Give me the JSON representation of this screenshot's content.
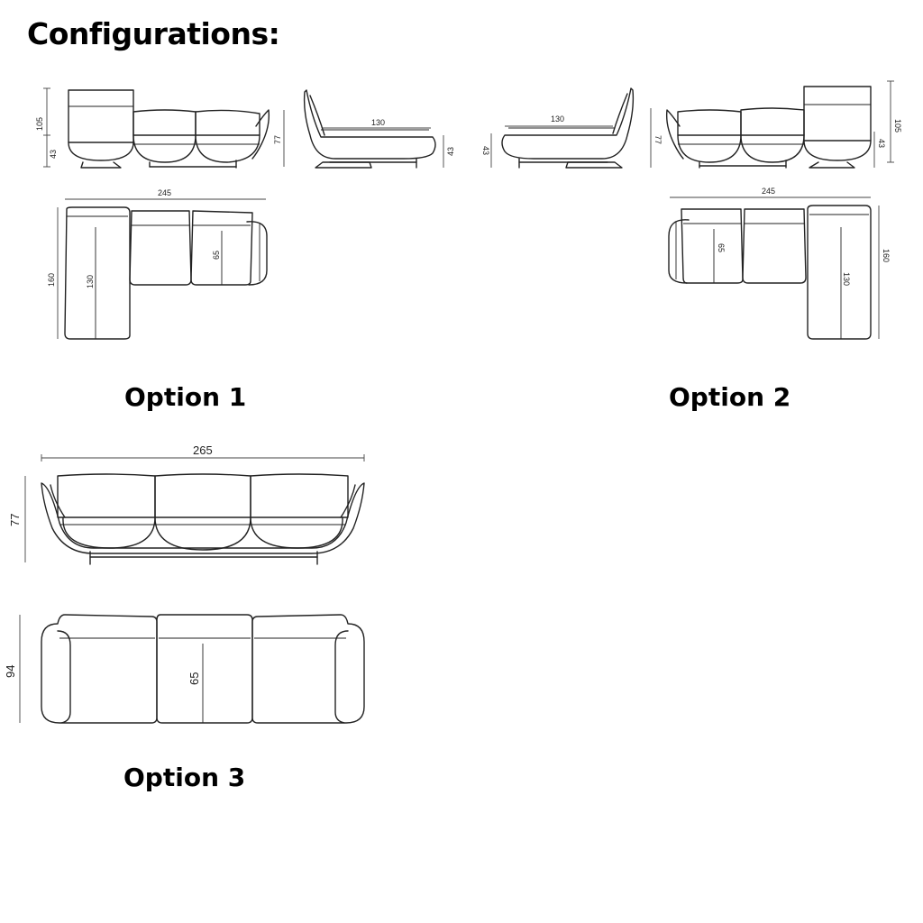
{
  "heading": "Configurations:",
  "options": [
    {
      "label": "Option 1"
    },
    {
      "label": "Option 2"
    },
    {
      "label": "Option 3"
    }
  ],
  "dimensions": {
    "o1_side_height": "105",
    "o1_side_seat": "43",
    "o1_side_back": "77",
    "o1_side_chaise_len": "130",
    "o1_side_chaise_seat": "43",
    "o1_top_width": "245",
    "o1_top_depth": "160",
    "o1_top_chaise": "130",
    "o1_top_seat": "65",
    "o2_side_chaise_len": "130",
    "o2_side_chaise_seat": "43",
    "o2_side_back": "77",
    "o2_side_height": "105",
    "o2_side_seat": "43",
    "o2_top_width": "245",
    "o2_top_depth": "160",
    "o2_top_chaise": "130",
    "o2_top_seat": "65",
    "o3_width": "265",
    "o3_height": "77",
    "o3_depth": "94",
    "o3_seat": "65"
  }
}
